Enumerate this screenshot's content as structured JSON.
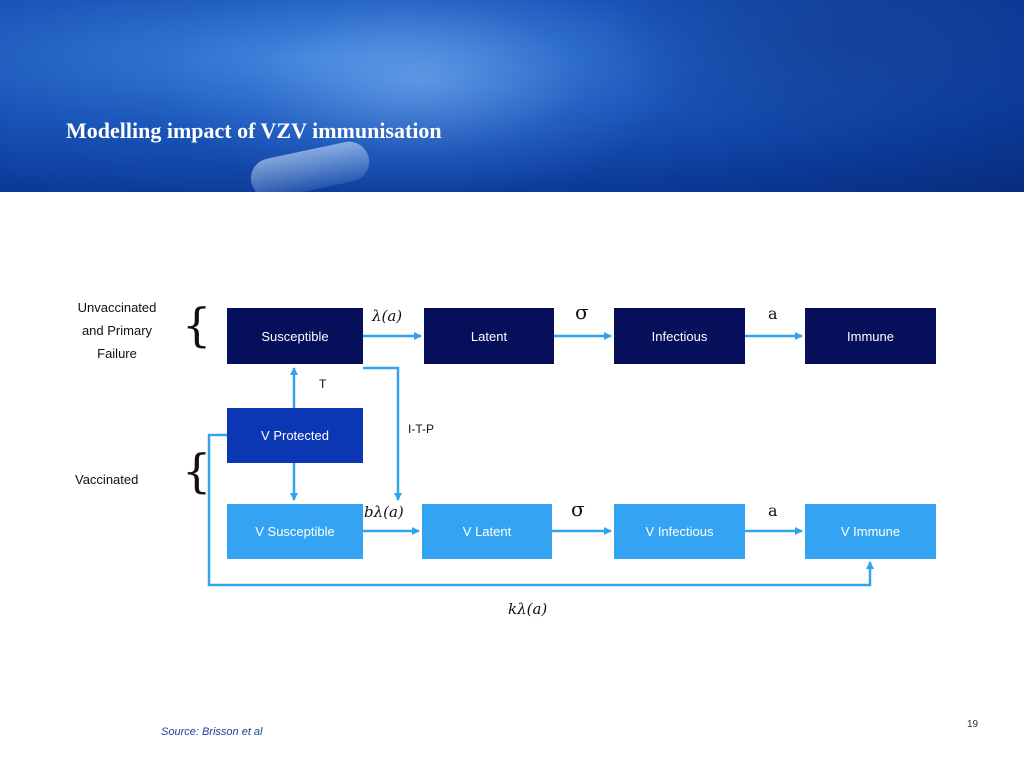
{
  "header": {
    "title": "Modelling impact of VZV immunisation"
  },
  "groups": {
    "unvaccinated": [
      "Unvaccinated",
      "and Primary",
      "Failure"
    ],
    "vaccinated": "Vaccinated"
  },
  "braces": {
    "open": "{"
  },
  "nodes": {
    "susceptible": "Susceptible",
    "latent": "Latent",
    "infectious": "Infectious",
    "immune": "Immune",
    "v_protected": "V Protected",
    "v_susceptible": "V Susceptible",
    "v_latent": "V Latent",
    "v_infectious": "V Infectious",
    "v_immune": "V Immune"
  },
  "rates": {
    "lambda": "λ(a)",
    "sigma_top": "σ",
    "a_top": "a",
    "t": "T",
    "itp": "I-T-P",
    "b_lambda": "bλ(a)",
    "sigma_bottom": "σ",
    "a_bottom": "a",
    "k_lambda": "kλ(a)"
  },
  "footer": {
    "source": "Source: Brisson et al",
    "page": "19"
  }
}
